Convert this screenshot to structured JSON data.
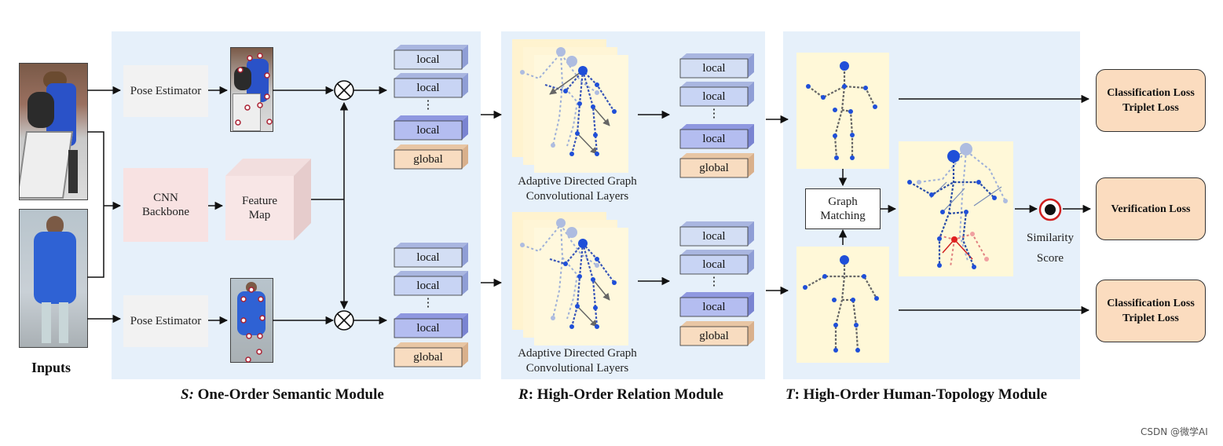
{
  "inputs_label": "Inputs",
  "modules": {
    "s": {
      "letter": "S:",
      "title": " One-Order Semantic Module"
    },
    "r": {
      "letter": "R",
      "title": ": High-Order Relation Module"
    },
    "t": {
      "letter": "T",
      "title": ": High-Order Human-Topology Module"
    }
  },
  "pose_estimator_label": "Pose Estimator",
  "cnn_backbone_label": [
    "CNN",
    "Backbone"
  ],
  "feature_map_label": [
    "Feature",
    "Map"
  ],
  "feature_labels": {
    "local": "local",
    "ellipsis": "⋮",
    "global": "global"
  },
  "adgcl_label": [
    "Adaptive Directed Graph",
    "Convolutional Layers"
  ],
  "graph_matching_label": [
    "Graph",
    "Matching"
  ],
  "similarity_label": [
    "Similarity",
    "Score"
  ],
  "losses": {
    "top": [
      "Classification Loss",
      "Triplet Loss"
    ],
    "mid": [
      "Verification Loss"
    ],
    "bottom": [
      "Classification Loss",
      "Triplet Loss"
    ]
  },
  "colors": {
    "panel": "#e6f0fa",
    "local_feature": "#c8d4f4",
    "local_feature_dark": "#b4bdf0",
    "global_feature": "#f8dcc0",
    "loss_fill": "#fbdcbf",
    "skeleton_blue": "#1f4fd8",
    "cnn_fill": "#f8e2e2"
  },
  "watermark": "CSDN @微学AI"
}
